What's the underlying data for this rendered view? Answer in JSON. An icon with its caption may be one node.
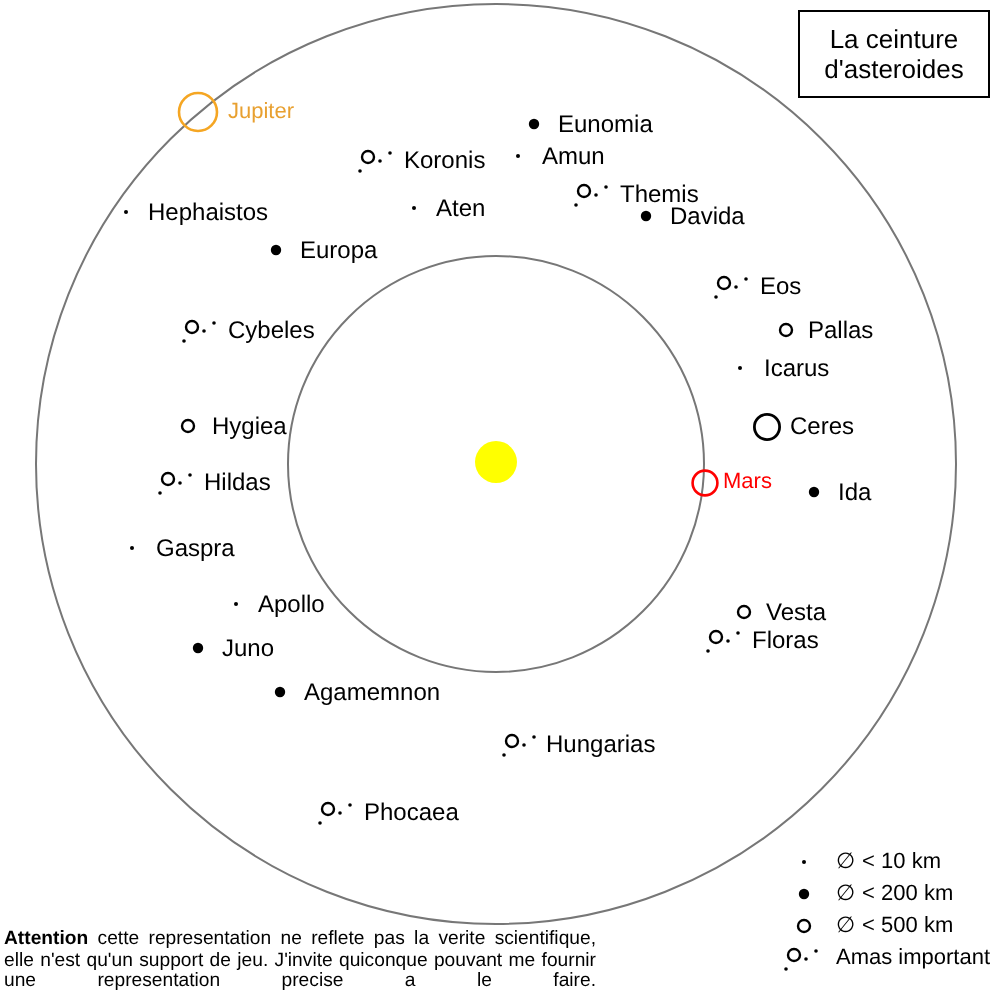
{
  "diagram": {
    "title": "La ceinture d'asteroides",
    "caption": "**Attention** cette representation ne reflete pas la verite scientifique, elle n'est qu'un support de jeu. J'invite quiconque pouvant me fournir une representation precise a le faire.",
    "nodes": [
      {
        "text": [
          "Jupiter"
        ]
      },
      {
        "text": [
          "Eunomia"
        ]
      },
      {
        "text": [
          "Amun"
        ]
      },
      {
        "text": [
          "Koronis"
        ]
      },
      {
        "text": [
          "Themis"
        ]
      },
      {
        "text": [
          "Aten"
        ]
      },
      {
        "text": [
          "Hephaistos"
        ]
      },
      {
        "text": [
          "Davida"
        ]
      },
      {
        "text": [
          "Europa"
        ]
      },
      {
        "text": [
          "Eos"
        ]
      },
      {
        "text": [
          "Cybeles"
        ]
      },
      {
        "text": [
          "Pallas"
        ]
      },
      {
        "text": [
          "Icarus"
        ]
      },
      {
        "text": [
          "Hygiea"
        ]
      },
      {
        "text": [
          "Ceres"
        ]
      },
      {
        "text": [],
        "shape": "circle"
      },
      {
        "text": [
          "Mars"
        ]
      },
      {
        "text": [
          "Hildas"
        ]
      },
      {
        "text": [
          "Ida"
        ]
      },
      {
        "text": [
          "Gaspra"
        ]
      },
      {
        "text": [
          "Apollo"
        ]
      },
      {
        "text": [
          "Vesta"
        ]
      },
      {
        "text": [
          "Floras"
        ]
      },
      {
        "text": [
          "Juno"
        ]
      },
      {
        "text": [
          "Agamemnon"
        ]
      },
      {
        "text": [
          "Hungarias"
        ]
      },
      {
        "text": [
          "Phocaea"
        ]
      }
    ],
    "legend": [
      {
        "text": "∅ < 10 km"
      },
      {
        "text": "∅ < 200 km"
      },
      {
        "text": "∅ < 500 km"
      },
      {
        "text": "Amas important"
      }
    ]
  }
}
